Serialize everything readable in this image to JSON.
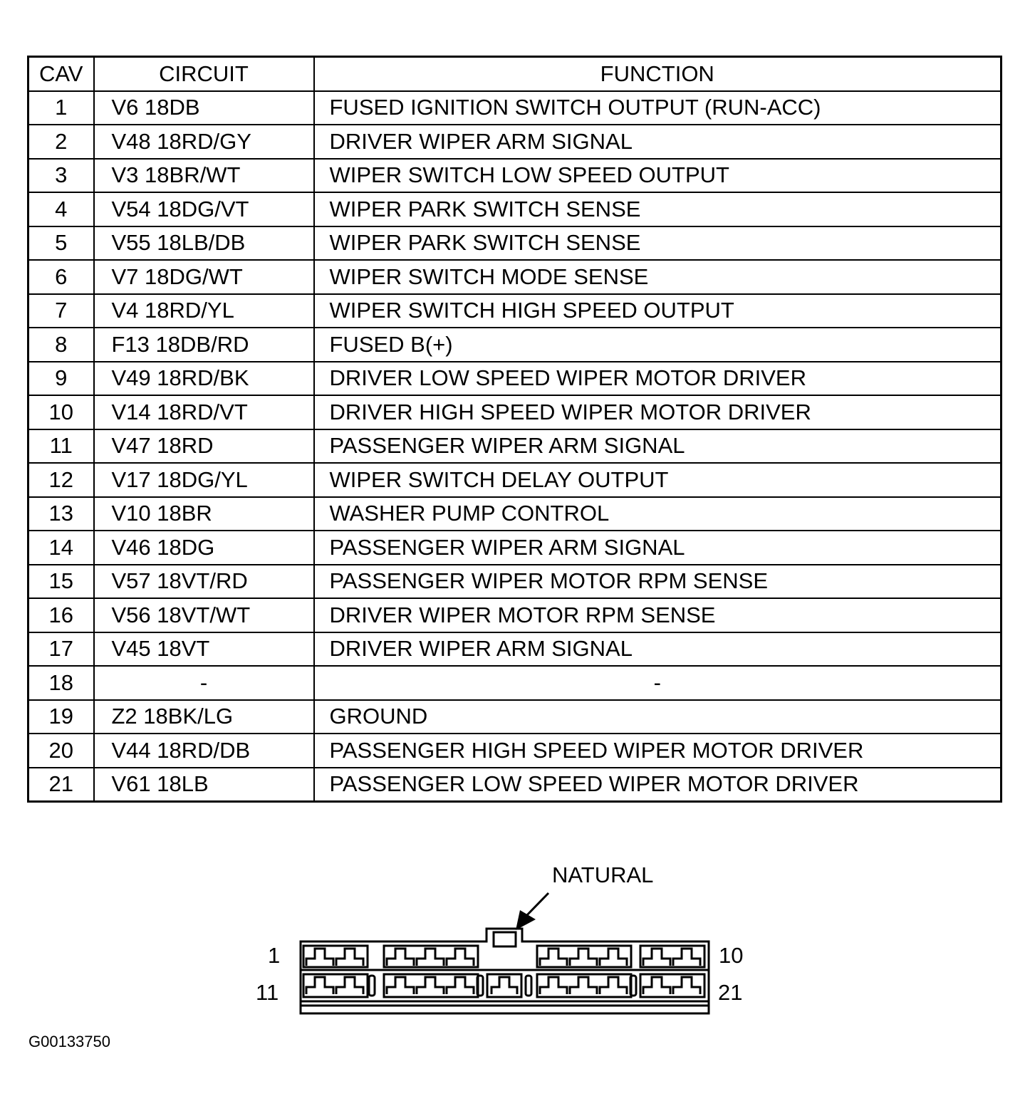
{
  "table": {
    "headers": {
      "cav": "CAV",
      "circuit": "CIRCUIT",
      "function": "FUNCTION"
    },
    "rows": [
      {
        "cav": "1",
        "circuit": "V6 18DB",
        "function": "FUSED IGNITION SWITCH OUTPUT (RUN-ACC)"
      },
      {
        "cav": "2",
        "circuit": "V48 18RD/GY",
        "function": "DRIVER WIPER ARM SIGNAL"
      },
      {
        "cav": "3",
        "circuit": "V3 18BR/WT",
        "function": "WIPER SWITCH LOW SPEED OUTPUT"
      },
      {
        "cav": "4",
        "circuit": "V54 18DG/VT",
        "function": "WIPER PARK SWITCH SENSE"
      },
      {
        "cav": "5",
        "circuit": "V55 18LB/DB",
        "function": "WIPER PARK SWITCH SENSE"
      },
      {
        "cav": "6",
        "circuit": "V7 18DG/WT",
        "function": "WIPER SWITCH MODE SENSE"
      },
      {
        "cav": "7",
        "circuit": "V4 18RD/YL",
        "function": "WIPER SWITCH HIGH SPEED OUTPUT"
      },
      {
        "cav": "8",
        "circuit": "F13 18DB/RD",
        "function": "FUSED B(+)"
      },
      {
        "cav": "9",
        "circuit": "V49 18RD/BK",
        "function": "DRIVER LOW SPEED WIPER MOTOR DRIVER"
      },
      {
        "cav": "10",
        "circuit": "V14 18RD/VT",
        "function": "DRIVER HIGH SPEED WIPER MOTOR DRIVER"
      },
      {
        "cav": "11",
        "circuit": "V47 18RD",
        "function": "PASSENGER WIPER ARM SIGNAL"
      },
      {
        "cav": "12",
        "circuit": "V17 18DG/YL",
        "function": "WIPER SWITCH DELAY OUTPUT"
      },
      {
        "cav": "13",
        "circuit": "V10 18BR",
        "function": "WASHER PUMP CONTROL"
      },
      {
        "cav": "14",
        "circuit": "V46 18DG",
        "function": "PASSENGER WIPER ARM SIGNAL"
      },
      {
        "cav": "15",
        "circuit": "V57 18VT/RD",
        "function": "PASSENGER WIPER MOTOR RPM SENSE"
      },
      {
        "cav": "16",
        "circuit": "V56 18VT/WT",
        "function": "DRIVER WIPER MOTOR RPM SENSE"
      },
      {
        "cav": "17",
        "circuit": "V45 18VT",
        "function": "DRIVER WIPER ARM SIGNAL"
      },
      {
        "cav": "18",
        "circuit": "-",
        "function": "-"
      },
      {
        "cav": "19",
        "circuit": "Z2 18BK/LG",
        "function": "GROUND"
      },
      {
        "cav": "20",
        "circuit": "V44 18RD/DB",
        "function": "PASSENGER HIGH SPEED WIPER MOTOR DRIVER"
      },
      {
        "cav": "21",
        "circuit": "V61 18LB",
        "function": "PASSENGER LOW SPEED WIPER MOTOR DRIVER"
      }
    ]
  },
  "connector": {
    "color_label": "NATURAL",
    "pin_labels": {
      "top_left": "1",
      "top_right": "10",
      "bottom_left": "11",
      "bottom_right": "21"
    }
  },
  "figure_id": "G00133750"
}
